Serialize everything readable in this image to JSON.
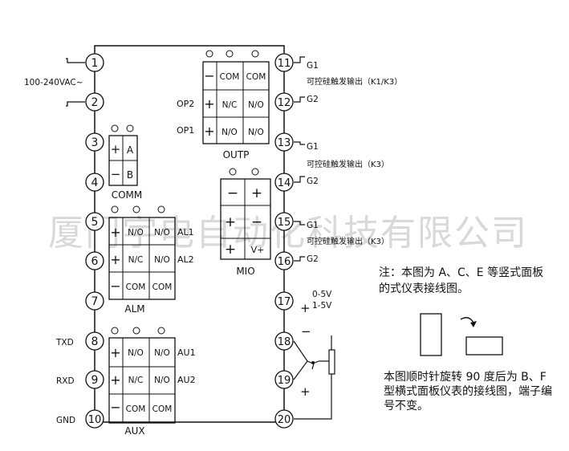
{
  "watermark": "厦门宇电自动化科技有限公司",
  "terminals": {
    "left": [
      "1",
      "2",
      "3",
      "4",
      "5",
      "6",
      "7",
      "8",
      "9",
      "10"
    ],
    "right": [
      "11",
      "12",
      "13",
      "14",
      "15",
      "16",
      "17",
      "18",
      "19",
      "20"
    ]
  },
  "power_label": "100-240VAC~",
  "comm": {
    "title": "COMM",
    "plus": "+",
    "minus": "−",
    "a": "A",
    "b": "B"
  },
  "alm": {
    "title": "ALM",
    "rows": [
      {
        "sign": "+",
        "c1": "N/O",
        "c2": "N/O",
        "tag": "AL1"
      },
      {
        "sign": "+",
        "c1": "N/C",
        "c2": "N/O",
        "tag": "AL2"
      },
      {
        "sign": "−",
        "c1": "COM",
        "c2": "COM",
        "tag": ""
      }
    ]
  },
  "aux": {
    "title": "AUX",
    "rows": [
      {
        "sign": "+",
        "c1": "N/O",
        "c2": "N/O",
        "tag": "AU1",
        "side": "TXD"
      },
      {
        "sign": "+",
        "c1": "N/C",
        "c2": "N/O",
        "tag": "AU2",
        "side": "RXD"
      },
      {
        "sign": "−",
        "c1": "COM",
        "c2": "COM",
        "tag": "",
        "side": "GND"
      }
    ]
  },
  "outp": {
    "title": "OUTP",
    "rows": [
      {
        "sign": "−",
        "c1": "COM",
        "c2": "COM",
        "tag": ""
      },
      {
        "sign": "+",
        "c1": "N/C",
        "c2": "N/O",
        "tag": "OP2"
      },
      {
        "sign": "+",
        "c1": "N/O",
        "c2": "N/O",
        "tag": "OP1"
      }
    ]
  },
  "mio": {
    "title": "MIO",
    "minus": "−",
    "plus": "+",
    "v": "V+"
  },
  "right_labels": {
    "g1a": "G1",
    "scr1": "可控硅触发输出（K1/K3）",
    "g2a": "G2",
    "g1b": "G1",
    "scr2": "可控硅触发输出（K3）",
    "g2b": "G2",
    "g1c": "G1",
    "scr3": "可控硅触发输出（K3）",
    "g2c": "G2",
    "v05": "0-5V",
    "v15": "1-5V",
    "plus17": "+",
    "minus18": "−",
    "plus19": "+"
  },
  "notes": {
    "note1": "注：本图为 A、C、E 等竖式面板的式仪表接线图。",
    "note2": "本图顺时针旋转 90 度后为 B、F 型横式面板仪表的接线图，端子编号不变。"
  }
}
